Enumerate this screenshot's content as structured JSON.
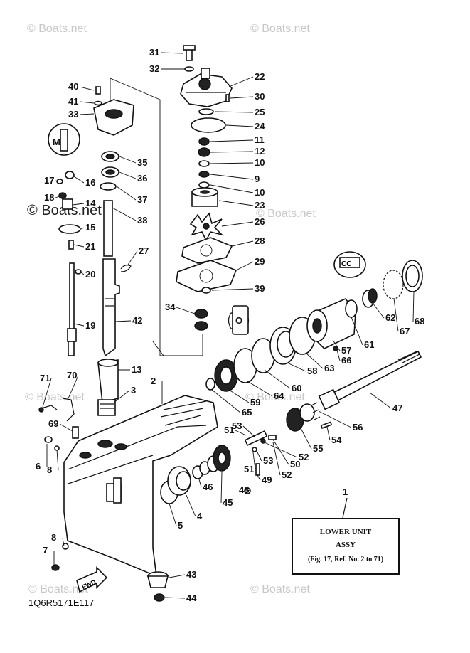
{
  "watermark": {
    "text": "Boats.net",
    "symbol": "©",
    "color": "#c8c8c8"
  },
  "title_box": {
    "line1": "LOWER UNIT",
    "line2": "ASSY",
    "line3": "(Fig. 17, Ref. No. 2 to 71)",
    "ref_number": "1"
  },
  "drawing_code": "1Q6R5171E117",
  "callouts": [
    "31",
    "32",
    "22",
    "30",
    "25",
    "24",
    "11",
    "12",
    "10",
    "9",
    "10",
    "23",
    "26",
    "28",
    "29",
    "39",
    "34",
    "40",
    "41",
    "33",
    "35",
    "36",
    "37",
    "38",
    "17",
    "16",
    "18",
    "14",
    "15",
    "21",
    "27",
    "20",
    "42",
    "19",
    "13",
    "3",
    "2",
    "71",
    "70",
    "69",
    "6",
    "8",
    "8",
    "7",
    "43",
    "44",
    "5",
    "4",
    "45",
    "46",
    "48",
    "49",
    "50",
    "51",
    "51",
    "52",
    "52",
    "53",
    "53",
    "54",
    "55",
    "56",
    "47",
    "57",
    "58",
    "59",
    "60",
    "61",
    "62",
    "63",
    "64",
    "65",
    "66",
    "67",
    "68"
  ],
  "icons": [
    "m-marker-icon",
    "o-marker-icon",
    "cc-marker-icon",
    "fwd-arrow-icon"
  ],
  "icon_labels": {
    "m_marker": "M",
    "o_marker": "O",
    "cc_marker": "CC",
    "fwd": "FWD"
  }
}
